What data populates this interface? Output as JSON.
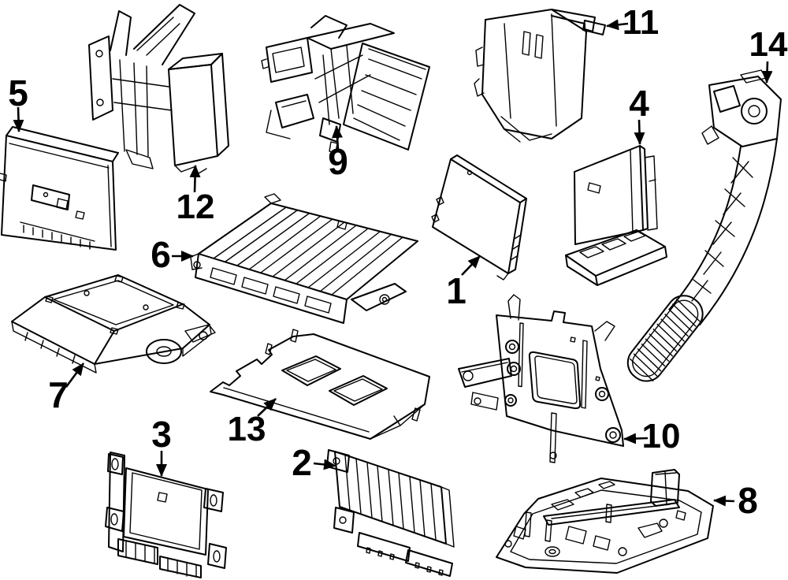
{
  "diagram": {
    "type": "exploded-parts-line-drawing",
    "background_color": "#ffffff",
    "line_color": "#000000",
    "callouts": [
      {
        "number": "1",
        "part": "flat-control-module-panel"
      },
      {
        "number": "2",
        "part": "ribbed-module-with-connectors"
      },
      {
        "number": "3",
        "part": "control-module-with-side-tabs"
      },
      {
        "number": "4",
        "part": "module-panel-with-connector-base"
      },
      {
        "number": "5",
        "part": "control-module"
      },
      {
        "number": "6",
        "part": "finned-engine-control-module"
      },
      {
        "number": "7",
        "part": "module-tray-assembly"
      },
      {
        "number": "8",
        "part": "control-module-assembly"
      },
      {
        "number": "9",
        "part": "mounting-bracket-assembly"
      },
      {
        "number": "10",
        "part": "mounting-plate-bracket"
      },
      {
        "number": "11",
        "part": "module-on-mounting-bracket"
      },
      {
        "number": "12",
        "part": "tall-mounting-bracket"
      },
      {
        "number": "13",
        "part": "flat-bracket-plate"
      },
      {
        "number": "14",
        "part": "accelerator-pedal-assembly"
      }
    ]
  }
}
